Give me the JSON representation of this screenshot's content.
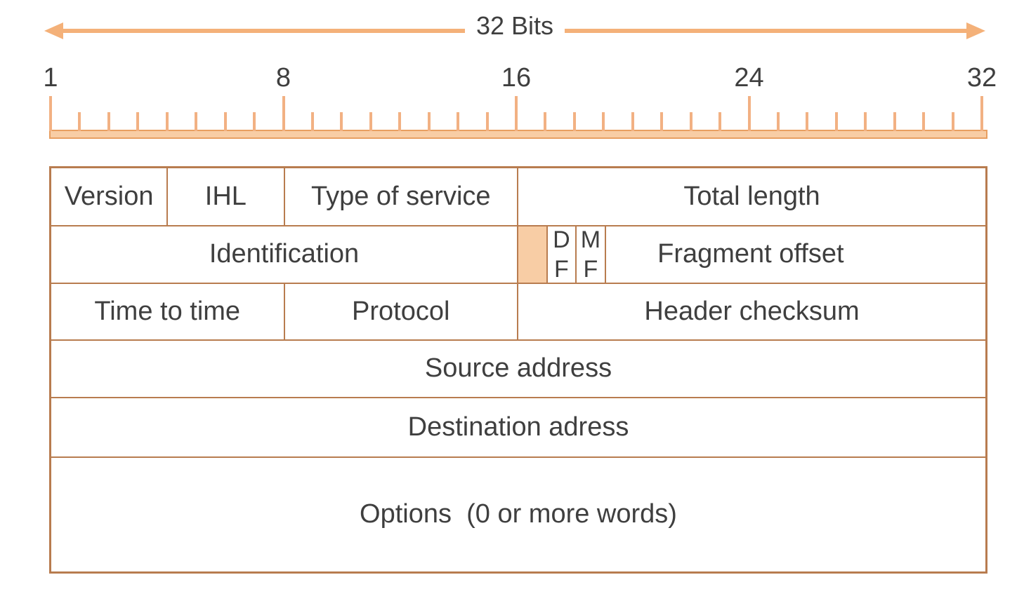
{
  "colors": {
    "border": "#b87c4f",
    "fill_light": "#f8cda5",
    "tick": "#f2b183",
    "arrow": "#f4b179",
    "bar_border": "#e89f61",
    "text": "#3f3f3f",
    "background": "#ffffff"
  },
  "arrow": {
    "label": "32 Bits"
  },
  "ruler": {
    "tick_count": 33,
    "first_tick_offset": 2,
    "labels": [
      {
        "index": 0,
        "text": "1"
      },
      {
        "index": 8,
        "text": "8"
      },
      {
        "index": 16,
        "text": "16"
      },
      {
        "index": 24,
        "text": "24"
      },
      {
        "index": 32,
        "text": "32"
      }
    ]
  },
  "table": {
    "total_bits": 32,
    "rows": [
      {
        "height": 83,
        "cells": [
          {
            "name": "version",
            "label": "Version",
            "bits": 4
          },
          {
            "name": "ihl",
            "label": "IHL",
            "bits": 4
          },
          {
            "name": "type-of-service",
            "label": "Type of service",
            "bits": 8
          },
          {
            "name": "total-length",
            "label": "Total length",
            "bits": 16
          }
        ]
      },
      {
        "height": 82,
        "cells": [
          {
            "name": "identification",
            "label": "Identification",
            "bits": 16
          },
          {
            "name": "reserved-flag",
            "label": "",
            "bits": 1,
            "highlight": true
          },
          {
            "name": "df-flag",
            "label": "D\nF",
            "bits": 1,
            "stacked": true
          },
          {
            "name": "mf-flag",
            "label": "M\nF",
            "bits": 1,
            "stacked": true
          },
          {
            "name": "fragment-offset",
            "label": "Fragment offset",
            "bits": 13,
            "shift_left": true
          }
        ]
      },
      {
        "height": 81,
        "cells": [
          {
            "name": "time-to-time",
            "label": "Time to time",
            "bits": 8
          },
          {
            "name": "protocol",
            "label": "Protocol",
            "bits": 8
          },
          {
            "name": "header-checksum",
            "label": "Header checksum",
            "bits": 16
          }
        ]
      },
      {
        "height": 82,
        "cells": [
          {
            "name": "source-address",
            "label": "Source address",
            "bits": 32
          }
        ]
      },
      {
        "height": 85,
        "cells": [
          {
            "name": "destination-adress",
            "label": "Destination adress",
            "bits": 32
          }
        ]
      },
      {
        "height": 162,
        "cells": [
          {
            "name": "options",
            "label": "Options  (0 or more words)",
            "bits": 32
          }
        ]
      }
    ]
  }
}
